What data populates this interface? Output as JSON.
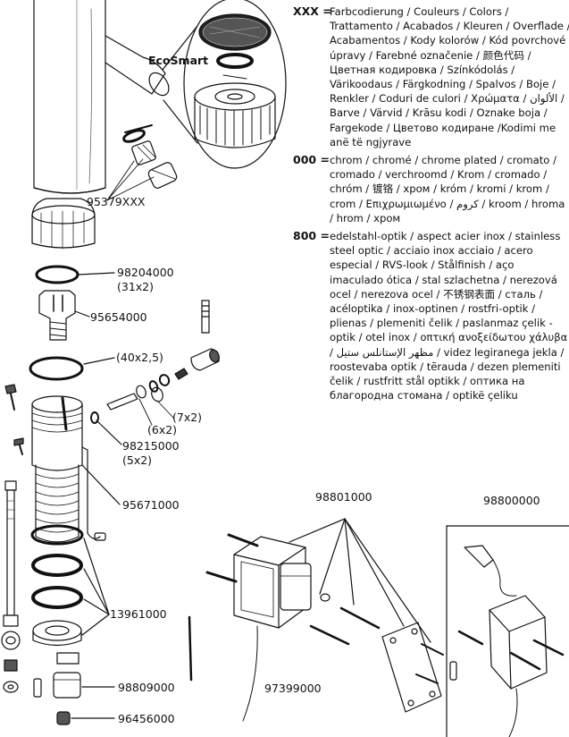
{
  "legend": [
    {
      "code": "XXX =",
      "text": "Farbcodierung / Couleurs / Colors / Trattamento / Acabados / Kleuren / Overflade / Acabamentos / Kody kolorów / Kód povrchové úpravy / Farebné označenie / 颜色代码 / Цветная кодировка / Színkódolás / Värikoodaus / Färgkodning / Spalvos / Boje / Renkler / Coduri de culori / Χρώματα / الألوان / Barve / Värvid / Krāsu kodi / Oznake boja / Fargekode / Цветово кодиране /Kodimi me anë të ngjyrave"
    },
    {
      "code": "000 =",
      "text": "chrom / chromé / chrome plated / cromato / cromado / verchroomd / Krom / cromado / chróm / 镀铬 / хром / króm / kromi / krom / crom / Επιχρωμιωμένο / كروم / kroom / hroma / hrom / хром"
    },
    {
      "code": "800 =",
      "text": "edelstahl-optik / aspect acier inox / stainless steel optic / acciaio inox acciaio / acero especial / RVS-look / Stålfinish / aço imaculado ótica / stal szlachetna / nerezová ocel / nerezova ocel / 不锈钢表面 / сталь / acéloptika / inox-optinen / rostfri-optik / plienas / plemeniti čelik / paslanmaz çelik - optik / otel inox / οπτική ανοξείδωτου χάλυβα / مظهر الإستانلس ستيل / videz legiranega jekla / roostevaba optik / tērauda / dezen plemeniti čelik / rustfritt stål optikk / оптика на благородна стомана / optikë çeliku"
    }
  ],
  "labels": {
    "ecosmart": "EcoSmart",
    "p95379": "95379XXX",
    "p98204000": "98204000",
    "d31x2": "(31x2)",
    "p95654000": "95654000",
    "d40x25": "(40x2,5)",
    "d7x2": "(7x2)",
    "d6x2": "(6x2)",
    "p98215000": "98215000",
    "d5x2": "(5x2)",
    "p95671000": "95671000",
    "p13961000": "13961000",
    "p98809000": "98809000",
    "p96456000": "96456000",
    "p98801000": "98801000",
    "p98800000": "98800000",
    "p97399000": "97399000"
  }
}
